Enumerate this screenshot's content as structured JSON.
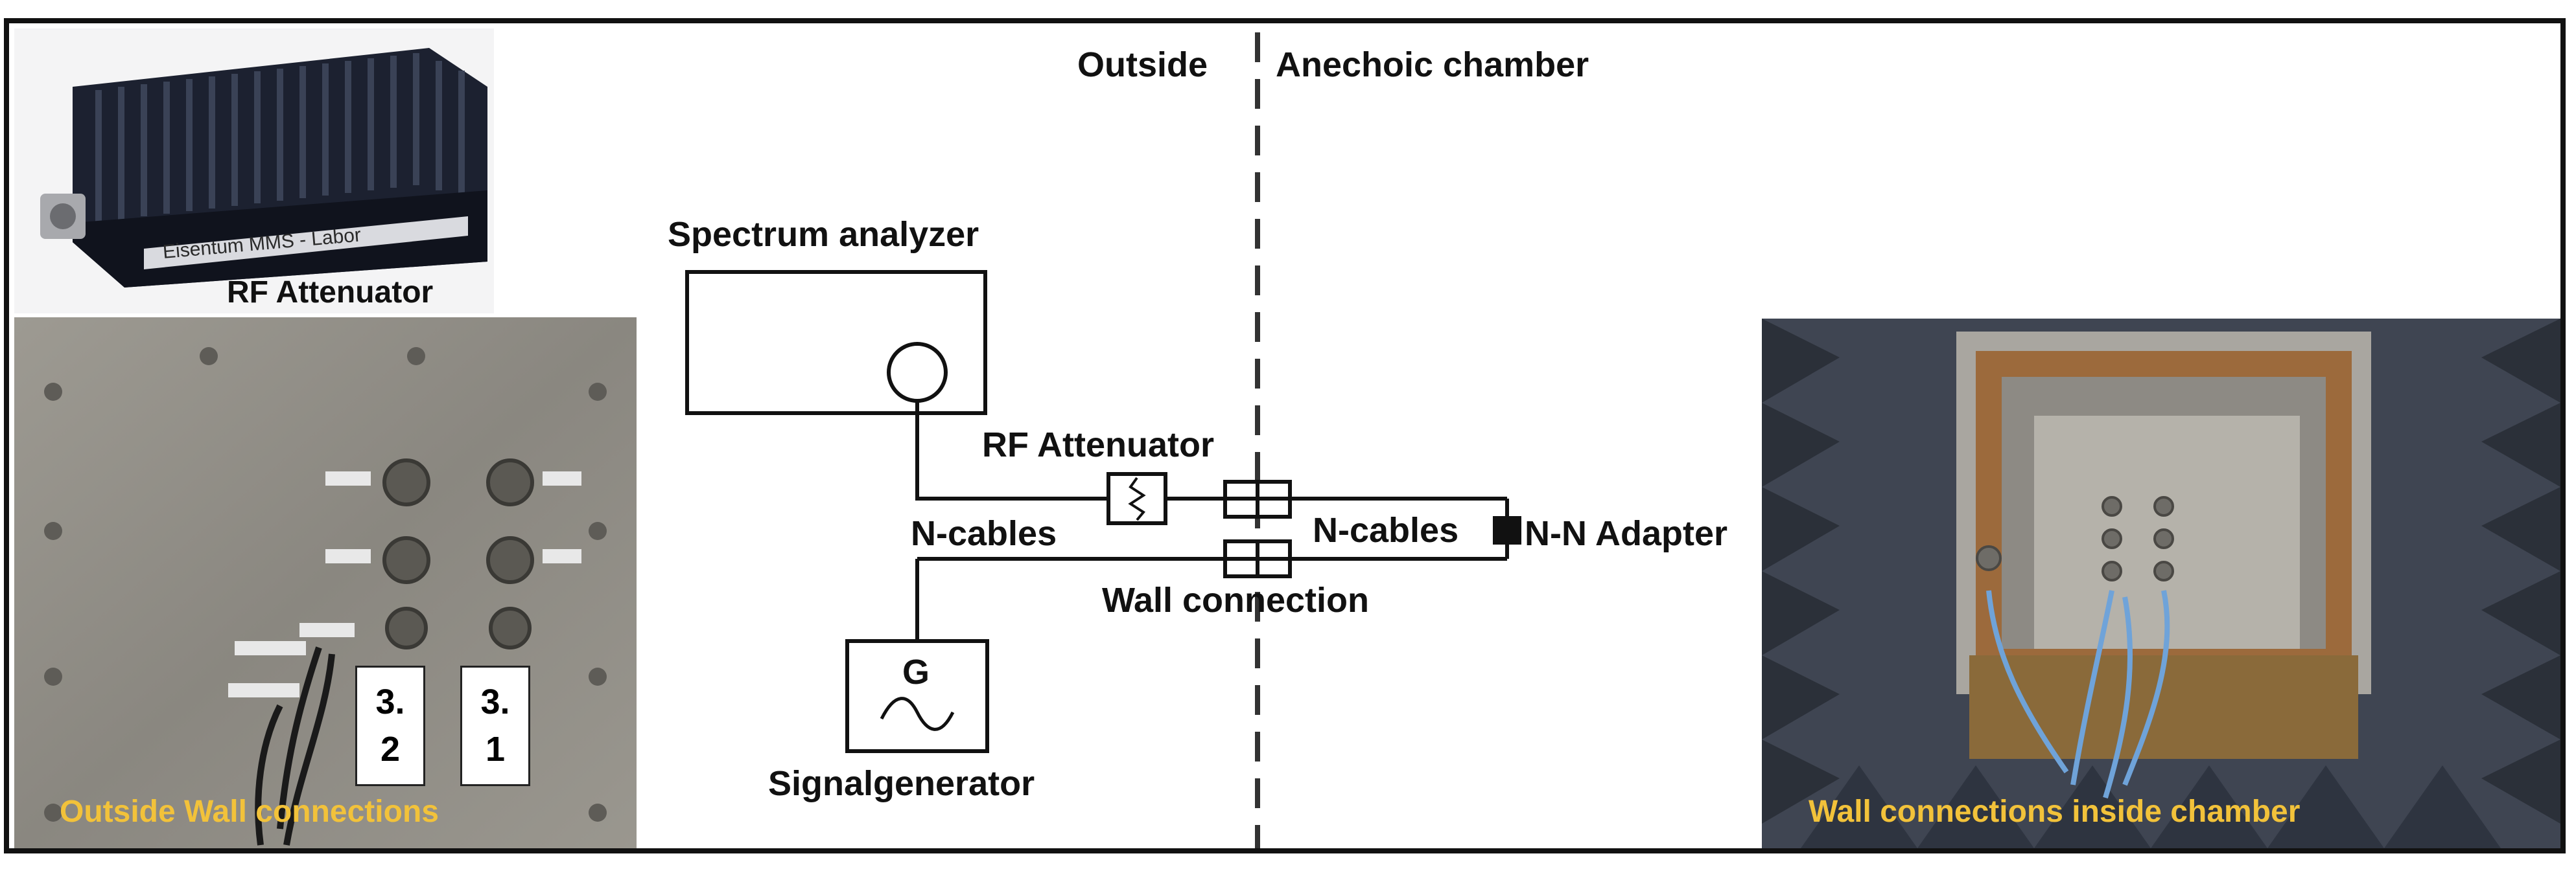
{
  "regions": {
    "outside": "Outside",
    "chamber": "Anechoic chamber"
  },
  "components": {
    "spectrum_analyzer": "Spectrum analyzer",
    "rf_attenuator": "RF Attenuator",
    "n_cables_left": "N-cables",
    "n_cables_right": "N-cables",
    "adapter": "N-N Adapter",
    "wall_connection": "Wall connection",
    "generator_symbol": "G",
    "signal_generator": "Signalgenerator"
  },
  "photos": {
    "attenuator_caption": "RF Attenuator",
    "attenuator_label_text": "Eisentum MMS - Labor",
    "outside_wall_caption": "Outside Wall connections",
    "port_a": "3.\n2",
    "port_b": "3.\n1",
    "inside_wall_caption": "Wall connections inside chamber"
  },
  "colors": {
    "line": "#111111",
    "photo_caption": "#f2c23a",
    "heatsink": "#1c2130",
    "metal_plate": "#8f8d86",
    "chamber_foam": "#3f4552"
  }
}
